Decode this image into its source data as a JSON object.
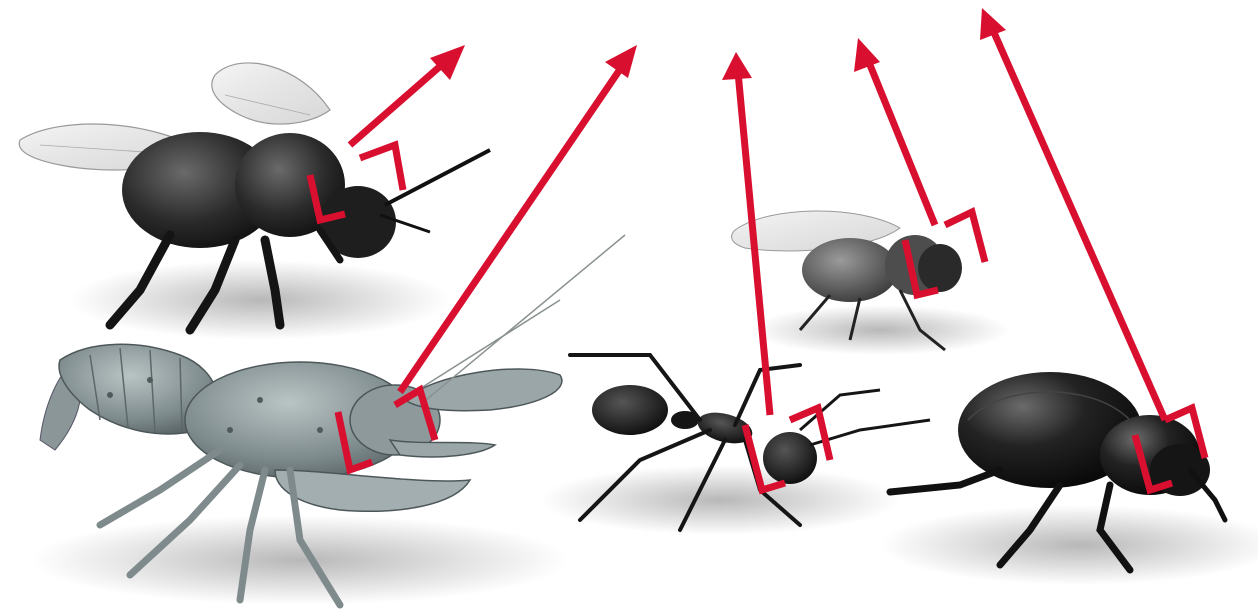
{
  "scene": {
    "background": "#ffffff",
    "accent": "#d90f2f",
    "subjects": [
      {
        "id": "bee",
        "icon": "bee-icon"
      },
      {
        "id": "lobster",
        "icon": "lobster-icon"
      },
      {
        "id": "ant",
        "icon": "ant-icon"
      },
      {
        "id": "fly",
        "icon": "fly-icon"
      },
      {
        "id": "beetle",
        "icon": "beetle-icon"
      }
    ],
    "markers": 5
  }
}
